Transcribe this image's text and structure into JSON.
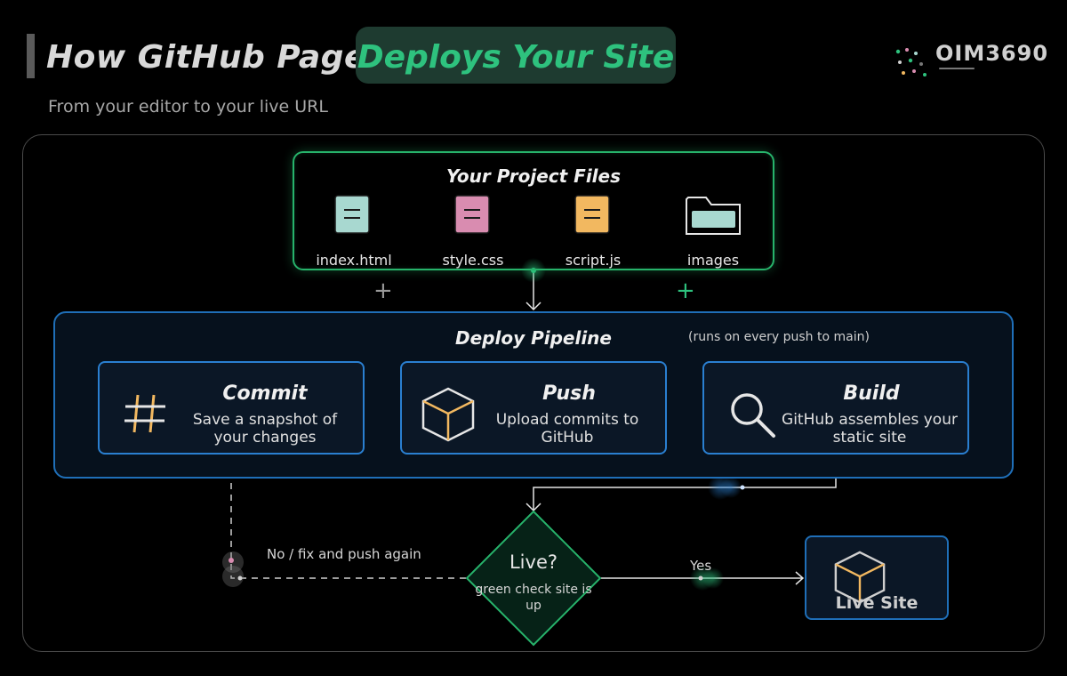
{
  "header": {
    "title_part1": "How GitHub Pages",
    "title_part2": "Deploys Your Site",
    "subtitle": "From your editor to your live URL",
    "brand": "OIM3690"
  },
  "project_files": {
    "title": "Your Project Files",
    "files": [
      {
        "label": "index.html",
        "icon": "file-icon",
        "color": "#a8d8d0"
      },
      {
        "label": "style.css",
        "icon": "file-icon",
        "color": "#d98cb0"
      },
      {
        "label": "script.js",
        "icon": "file-icon",
        "color": "#f2b860"
      },
      {
        "label": "images",
        "icon": "folder-icon",
        "color": "#a8d8d0"
      }
    ]
  },
  "pipeline": {
    "title": "Deploy Pipeline",
    "note": "(runs on every push to main)",
    "steps": [
      {
        "title": "Commit",
        "desc": "Save a snapshot of your changes",
        "icon": "hash-icon"
      },
      {
        "title": "Push",
        "desc": "Upload commits to GitHub",
        "icon": "cube-icon"
      },
      {
        "title": "Build",
        "desc": "GitHub assembles your static site",
        "icon": "magnifier-icon"
      }
    ]
  },
  "decision": {
    "title": "Live?",
    "desc": "green check site is up",
    "no_label": "No / fix and push again",
    "yes_label": "Yes"
  },
  "live_site": {
    "label": "Live Site",
    "icon": "cube-icon"
  },
  "colors": {
    "accent_green": "#2ec27e",
    "pipeline_blue": "#2a7fd0",
    "icon_orange": "#f2b860"
  }
}
